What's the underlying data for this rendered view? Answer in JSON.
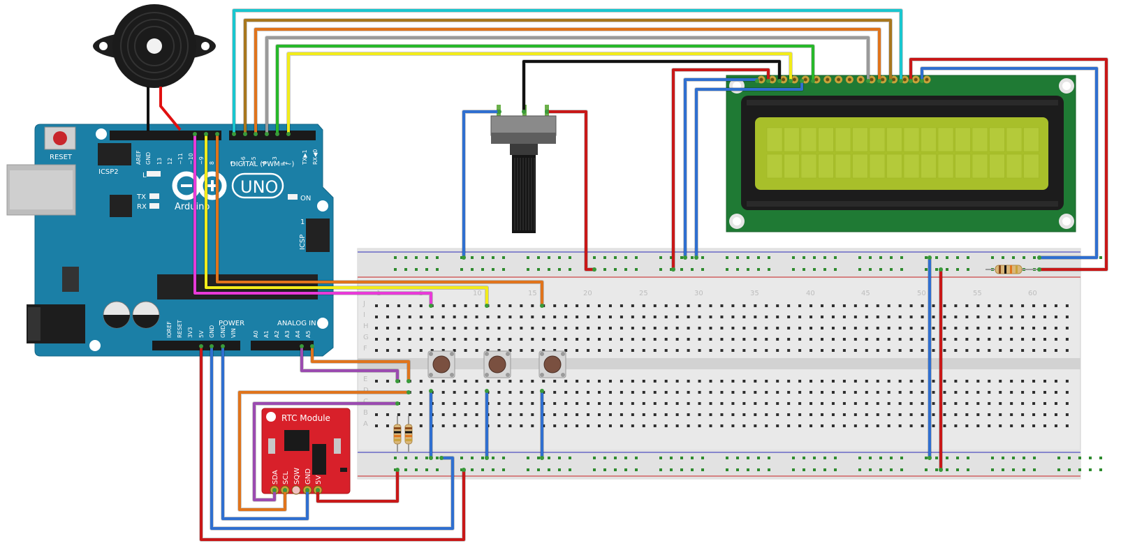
{
  "arduino": {
    "reset_label": "RESET",
    "icsp2_label": "ICSP2",
    "icsp_label": "ICSP",
    "digital_label": "DIGITAL (PWM=~)",
    "led_l": "L",
    "led_tx": "TX",
    "led_rx": "RX",
    "led_on": "ON",
    "pin1_label": "1",
    "brand": "Arduino",
    "model": "UNO",
    "power_label": "POWER",
    "analog_label": "ANALOG IN",
    "top_pins": [
      "AREF",
      "GND",
      "13",
      "12",
      "~11",
      "~10",
      "~9",
      "8",
      "7",
      "~6",
      "~5",
      "4",
      "~3",
      "2",
      "TX▶1",
      "RX◀0"
    ],
    "power_pins": [
      "IOREF",
      "RESET",
      "3V3",
      "5V",
      "GND",
      "GND",
      "VIN"
    ],
    "analog_pins": [
      "A0",
      "A1",
      "A2",
      "A3",
      "A4",
      "A5"
    ]
  },
  "rtc": {
    "title": "RTC Module",
    "pins": [
      "SDA",
      "SCL",
      "SQW",
      "GND",
      "5V"
    ]
  },
  "breadboard": {
    "col_numbers": [
      "1",
      "5",
      "10",
      "15",
      "20",
      "25",
      "30",
      "35",
      "40",
      "45",
      "50",
      "55",
      "60"
    ],
    "row_letters": [
      "J",
      "I",
      "H",
      "G",
      "F",
      "E",
      "D",
      "C",
      "B",
      "A"
    ]
  },
  "colors": {
    "board_blue": "#1b7fa6",
    "lcd_green": "#1f7a34",
    "rtc_red": "#d8202a",
    "wire_red": "#c81818",
    "wire_blue": "#2f6fd0",
    "wire_cyan": "#19c6cf",
    "wire_brown": "#a8771e",
    "wire_orange": "#e0741c",
    "wire_gray": "#9a9a9a",
    "wire_green": "#27b82a",
    "wire_yellow": "#f2ec1a",
    "wire_black": "#111111",
    "wire_magenta": "#e83ad8",
    "wire_purple": "#9b4bb0"
  },
  "components": {
    "buzzer": "piezo-buzzer",
    "potentiometer": "rotary-potentiometer",
    "lcd": "lcd-16x2",
    "buttons": 3,
    "resistors": 3
  }
}
